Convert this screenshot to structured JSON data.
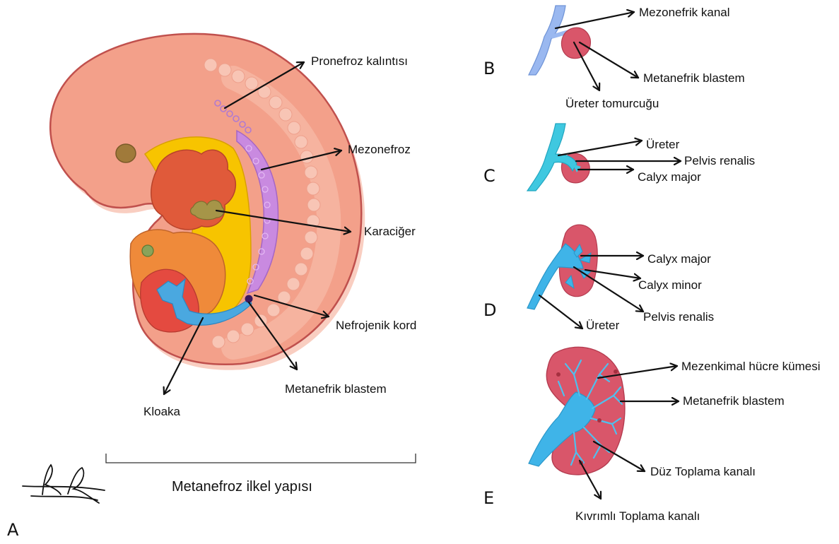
{
  "panels": {
    "A": {
      "letter": "A",
      "labels": {
        "pronefroz": "Pronefroz kalıntısı",
        "mezonefroz": "Mezonefroz",
        "karaciger": "Karaciğer",
        "nefrojenik": "Nefrojenik kord",
        "metanefrik": "Metanefrik blastem",
        "kloaka": "Kloaka"
      },
      "caption": "Metanefroz ilkel yapısı"
    },
    "B": {
      "letter": "B",
      "labels": {
        "mezonefrik_kanal": "Mezonefrik kanal",
        "metanefrik_blastem": "Metanefrik blastem",
        "ureter_tomurcugu": "Üreter tomurcuğu"
      }
    },
    "C": {
      "letter": "C",
      "labels": {
        "ureter": "Üreter",
        "pelvis_renalis": "Pelvis renalis",
        "calyx_major": "Calyx major"
      }
    },
    "D": {
      "letter": "D",
      "labels": {
        "calyx_major": "Calyx major",
        "calyx_minor": "Calyx minor",
        "pelvis_renalis": "Pelvis renalis",
        "ureter": "Üreter"
      }
    },
    "E": {
      "letter": "E",
      "labels": {
        "mezenkimal": "Mezenkimal hücre kümesi",
        "metanefrik_blastem": "Metanefrik blastem",
        "duz_toplama": "Düz Toplama kanalı",
        "kivrimli_toplama": "Kıvrımlı Toplama kanalı"
      }
    }
  },
  "colors": {
    "embryo_body": "#f3a08a",
    "embryo_outline": "#c0504d",
    "liver": "#e05a3a",
    "yolk_yellow": "#f7c400",
    "mesonephros_purple": "#c98ae0",
    "ureter_blue": "#3fb4e8",
    "kidney_red": "#d9566a",
    "cloaca_blue": "#4aa8e0"
  },
  "icons": {
    "signature": "handwritten-signature"
  }
}
